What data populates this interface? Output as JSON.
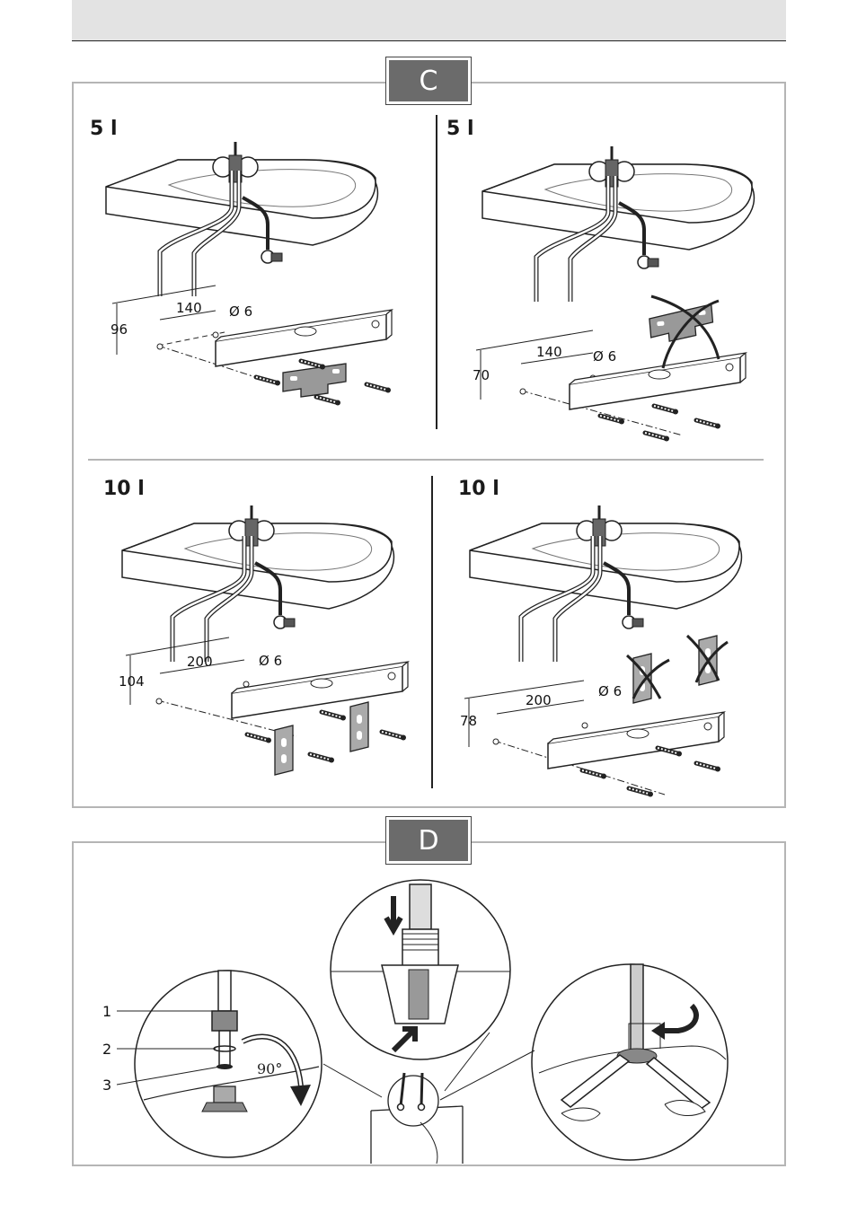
{
  "sections": {
    "c": {
      "badge": "C"
    },
    "d": {
      "badge": "D"
    }
  },
  "panels": [
    {
      "volume": "5 l",
      "height": "96",
      "spacing": "140",
      "drill": "Ø 6"
    },
    {
      "volume": "5 l",
      "height": "70",
      "spacing": "140",
      "drill": "Ø 6"
    },
    {
      "volume": "10 l",
      "height": "104",
      "spacing": "200",
      "drill": "Ø 6"
    },
    {
      "volume": "10 l",
      "height": "78",
      "spacing": "200",
      "drill": "Ø 6"
    }
  ],
  "detail_d": {
    "callouts": [
      "1",
      "2",
      "3"
    ],
    "angle": "90°"
  },
  "colors": {
    "panel_border": "#b5b5b5",
    "badge_fill": "#6b6b6b",
    "header_fill": "#e3e3e3"
  }
}
